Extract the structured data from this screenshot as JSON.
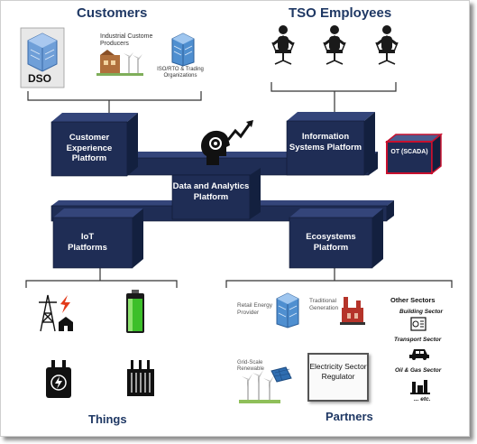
{
  "customers": {
    "title": "Customers",
    "dso_label": "DSO",
    "industrial_label": "Industrial Custome Producers",
    "iso_label": "ISO/RTO & Trading Organizations"
  },
  "tso": {
    "title": "TSO Employees"
  },
  "platforms": {
    "customer_experience": "Customer Experience Platform",
    "information_systems": "Information Systems Platform",
    "ot": "OT (SCADA)",
    "data_analytics": "Data and Analytics Platform",
    "iot": "IoT Platforms",
    "ecosystems": "Ecosystems Platform"
  },
  "things": {
    "title": "Things"
  },
  "partners": {
    "title": "Partners",
    "retail": "Retail Energy Provider",
    "traditional": "Traditional Generation",
    "gridscale": "Grid-Scale Renewable",
    "regulator": "Electricity Sector Regulator",
    "other_sectors": "Other Sectors",
    "building": "Building Sector",
    "transport": "Transport Sector",
    "oilgas": "Oil & Gas Sector",
    "etc": "... etc."
  },
  "colors": {
    "navy": "#1f2d55",
    "navy_side": "#13203f",
    "navy_top": "#34457a",
    "ot_red": "#c8102e",
    "title": "#1f3864"
  }
}
